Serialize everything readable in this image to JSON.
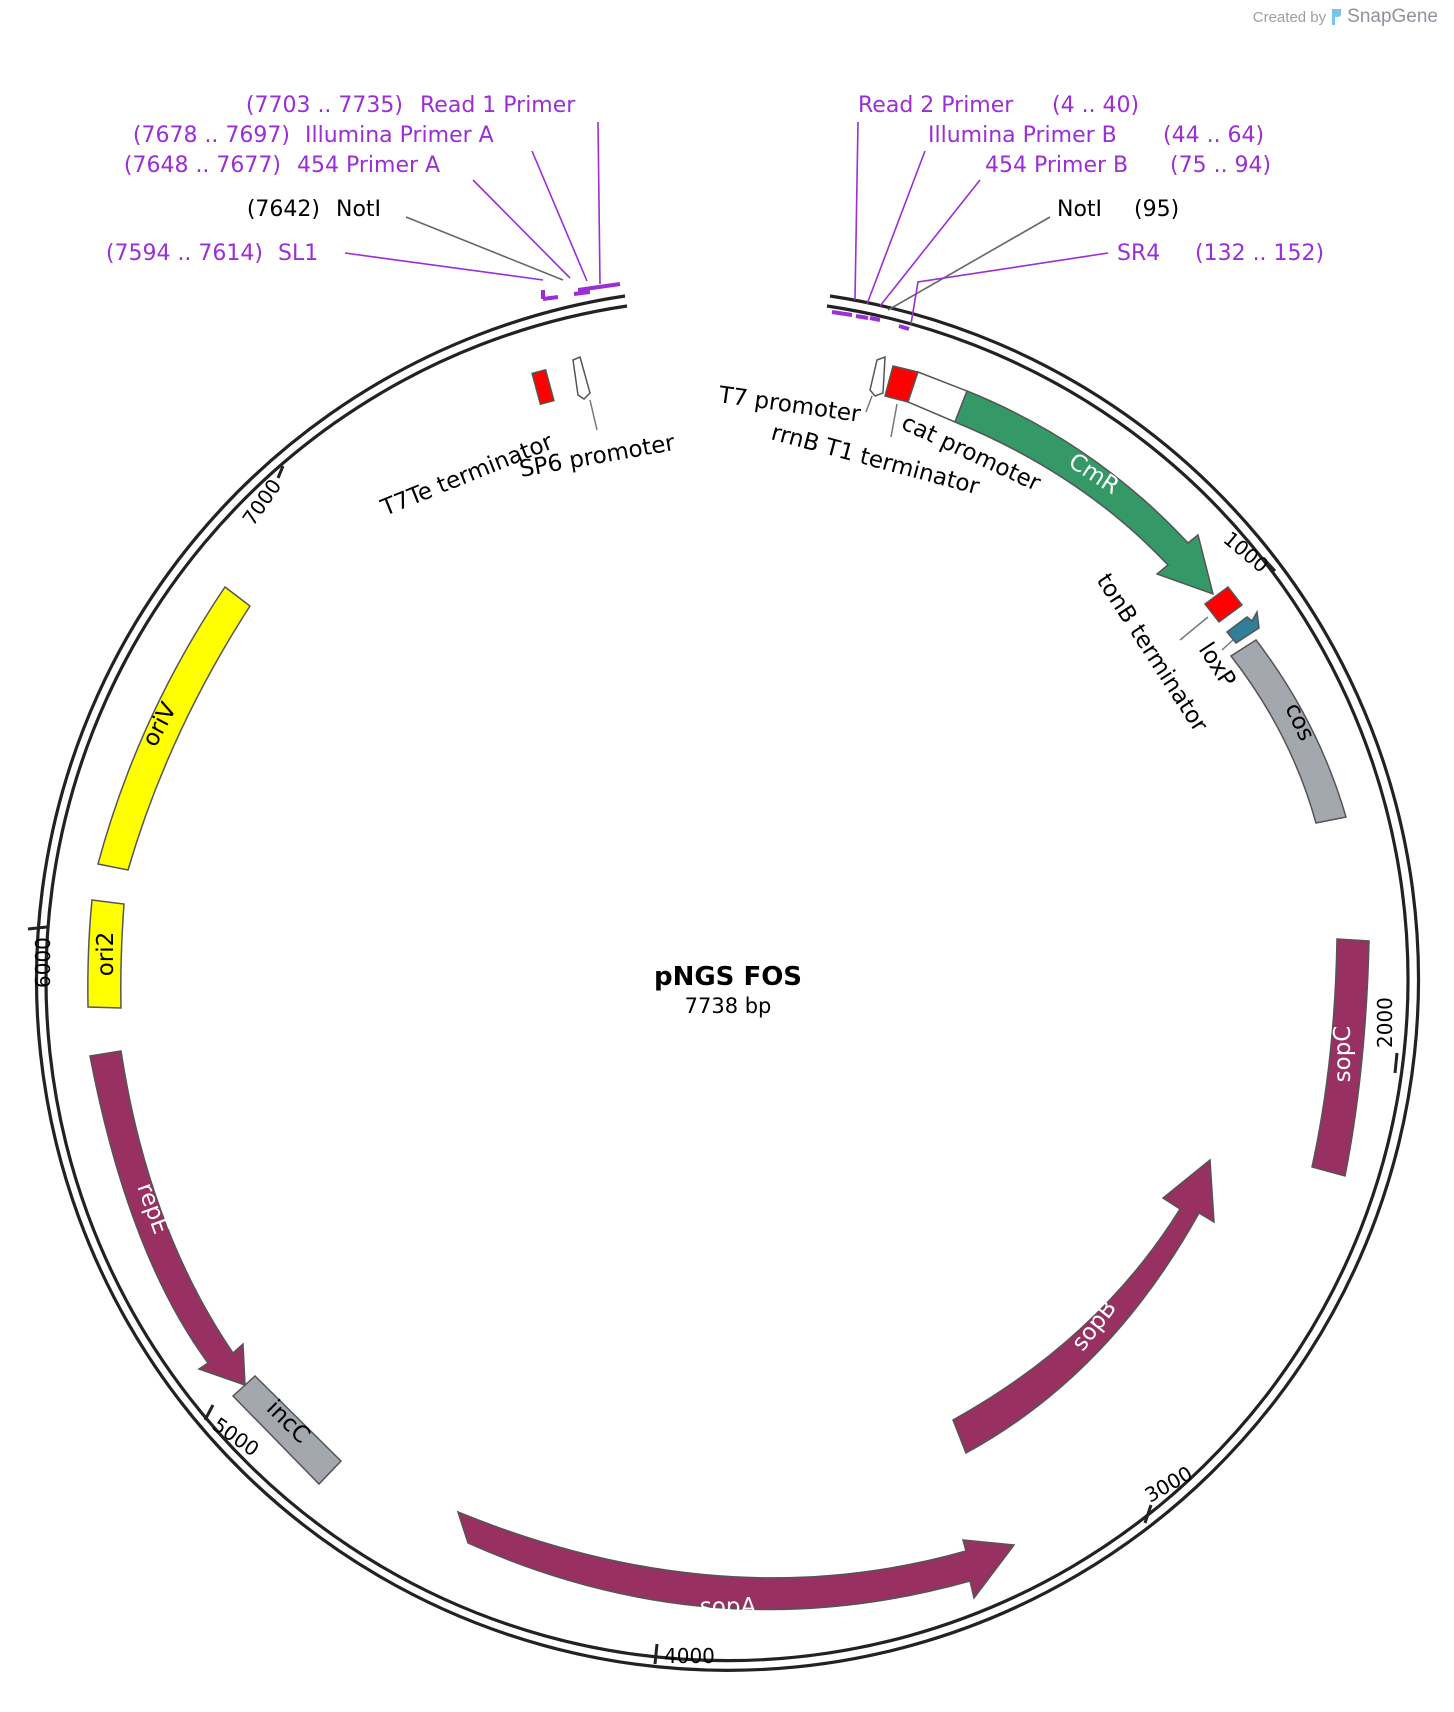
{
  "credit": {
    "prefix": "Created by",
    "brand": "SnapGene"
  },
  "plasmid": {
    "name": "pNGS FOS",
    "size_label": "7738 bp",
    "length": 7738
  },
  "colors": {
    "primer": "#9b2ed6",
    "backbone": "#222222",
    "cmr": "#349966",
    "terminator": "#ff0000",
    "origin": "#ffff00",
    "sop": "#983062",
    "misc": "#a3a8ae",
    "loxp": "#2f7e9a",
    "outline": "#555555",
    "label": "#000000"
  },
  "ticks": [
    "1000",
    "2000",
    "3000",
    "4000",
    "5000",
    "6000",
    "7000"
  ],
  "features": {
    "cmr": "CmR",
    "cos": "cos",
    "sopc": "sopC",
    "sopb": "sopB",
    "sopa": "sopA",
    "incc": "incC",
    "repe": "repE",
    "ori2": "ori2",
    "oriv": "oriV"
  },
  "inner_labels": {
    "t7te": "T7Te terminator",
    "sp6": "SP6 promoter",
    "t7": "T7 promoter",
    "rrnb": "rrnB T1 terminator",
    "cat": "cat promoter",
    "tonb": "tonB terminator",
    "loxp": "loxP"
  },
  "outer_labels": {
    "read1": {
      "name": "Read 1 Primer",
      "range": "(7703 .. 7735)"
    },
    "illa": {
      "name": "Illumina Primer A",
      "range": "(7678 .. 7697)"
    },
    "p454a": {
      "name": "454 Primer A",
      "range": "(7648 .. 7677)"
    },
    "notl": {
      "name": "NotI",
      "range": "(7642)"
    },
    "sl1": {
      "name": "SL1",
      "range": "(7594 .. 7614)"
    },
    "read2": {
      "name": "Read 2 Primer",
      "range": "(4 .. 40)"
    },
    "illb": {
      "name": "Illumina Primer B",
      "range": "(44 .. 64)"
    },
    "p454b": {
      "name": "454 Primer B",
      "range": "(75 .. 94)"
    },
    "notr": {
      "name": "NotI",
      "range": "(95)"
    },
    "sr4": {
      "name": "SR4",
      "range": "(132 .. 152)"
    }
  }
}
